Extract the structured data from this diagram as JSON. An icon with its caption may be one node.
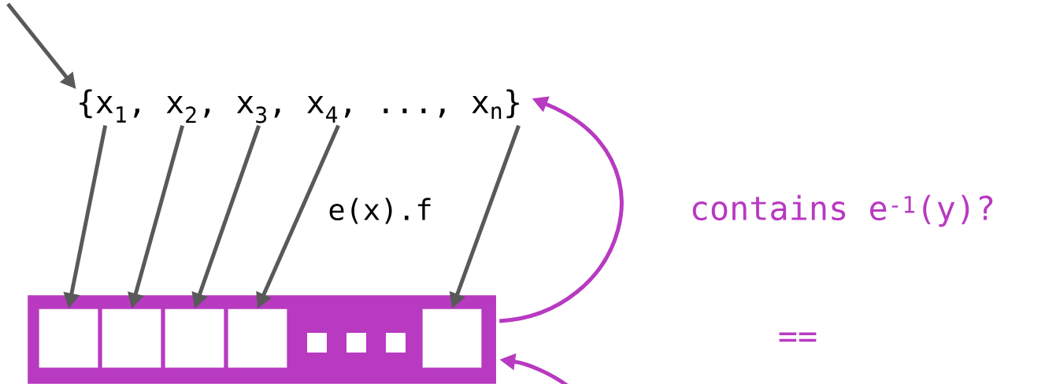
{
  "diagram": {
    "nodes": [
      {
        "text": [
          "{x$_{1}$, x$_{2}$, x$_{3}$, x$_{4}$, ..., x$_{n}$}"
        ]
      },
      {
        "text": [],
        "shape": "bar"
      },
      {
        "text": [],
        "shape": "box",
        "in": 1
      },
      {
        "text": [],
        "shape": "box",
        "in": 1
      },
      {
        "text": [],
        "shape": "box",
        "in": 1
      },
      {
        "text": [],
        "shape": "box",
        "in": 1
      },
      {
        "text": [],
        "shape": "box",
        "in": 1
      }
    ],
    "edges": [
      {
        "from": null,
        "to": 0,
        "arrow": "to"
      },
      {
        "from": 0,
        "to": 2,
        "arrow": "to"
      },
      {
        "from": 0,
        "to": 3,
        "arrow": "to"
      },
      {
        "from": 0,
        "to": 4,
        "arrow": "to"
      },
      {
        "from": 0,
        "to": 5,
        "arrow": "to"
      },
      {
        "from": 0,
        "to": 6,
        "arrow": "to"
      },
      {
        "from": 1,
        "to": 0,
        "arrow": "to",
        "color": "#b73ac1",
        "label": "contains e$^{-1}$(y)?"
      },
      {
        "from": null,
        "to": 1,
        "arrow": "to",
        "color": "#b73ac1"
      }
    ],
    "labels": [
      "e(x).f",
      "=="
    ]
  }
}
